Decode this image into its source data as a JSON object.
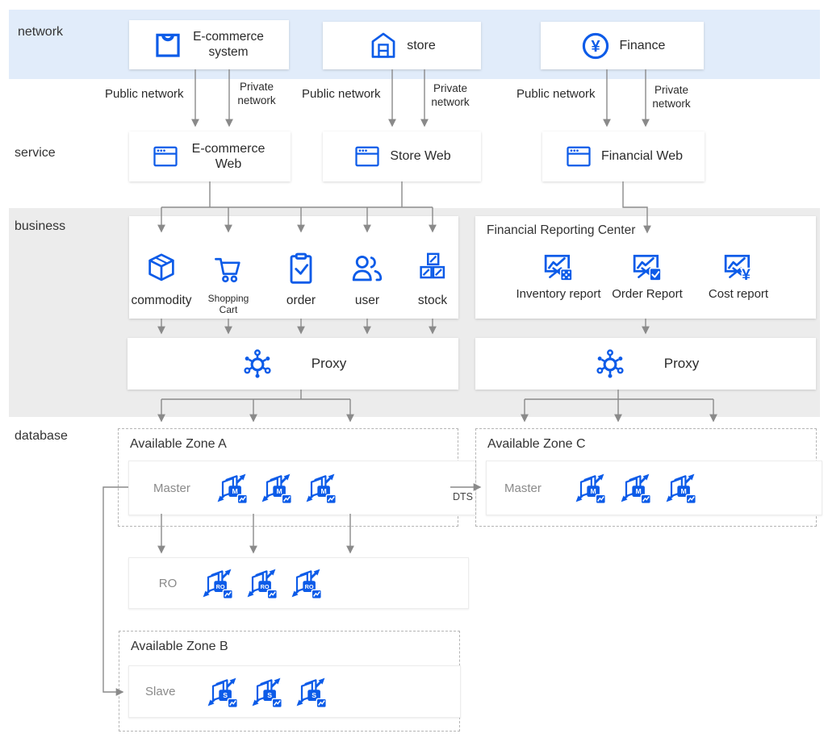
{
  "colors": {
    "accent": "#0c5be8",
    "band_network": "#e1ecfa",
    "band_business": "#ececec",
    "connector": "#8a8a8a",
    "text": "#2b2b2b",
    "muted_label": "#8a8a8a"
  },
  "layer_labels": {
    "network": "network",
    "service": "service",
    "business": "business",
    "database": "database"
  },
  "network_layer": {
    "ecommerce": {
      "label": "E-commerce system",
      "icon": "shopping-bag-icon"
    },
    "store": {
      "label": "store",
      "icon": "storefront-icon"
    },
    "finance": {
      "label": "Finance",
      "icon": "yen-coin-icon"
    }
  },
  "link_labels": {
    "public": "Public network",
    "private": "Private network"
  },
  "service_layer": {
    "ecommerce_web": {
      "label": "E-commerce Web",
      "icon": "browser-window-icon"
    },
    "store_web": {
      "label": "Store Web",
      "icon": "browser-window-icon"
    },
    "financial_web": {
      "label": "Financial Web",
      "icon": "browser-window-icon"
    }
  },
  "business_layer": {
    "services": {
      "items": [
        {
          "label": "commodity",
          "icon": "package-3d-box-icon"
        },
        {
          "label": "Shopping Cart",
          "icon": "shopping-cart-icon"
        },
        {
          "label": "order",
          "icon": "clipboard-check-icon"
        },
        {
          "label": "user",
          "icon": "users-icon"
        },
        {
          "label": "stock",
          "icon": "stacked-boxes-icon"
        }
      ]
    },
    "reporting": {
      "title": "Financial Reporting Center",
      "items": [
        {
          "label": "Inventory report",
          "icon": "chart-board-dice-icon"
        },
        {
          "label": "Order Report",
          "icon": "chart-board-check-icon"
        },
        {
          "label": "Cost report",
          "icon": "chart-board-yen-icon"
        }
      ]
    },
    "proxy_left": {
      "label": "Proxy",
      "icon": "hub-network-icon"
    },
    "proxy_right": {
      "label": "Proxy",
      "icon": "hub-network-icon"
    }
  },
  "database_layer": {
    "zone_a": {
      "title": "Available Zone A",
      "row_label": "Master",
      "db_badge": "M",
      "db_icon": "mysql-db-icon"
    },
    "zone_c": {
      "title": "Available Zone C",
      "row_label": "Master",
      "db_badge": "M",
      "db_icon": "mysql-db-icon"
    },
    "ro_row": {
      "row_label": "RO",
      "db_badge": "RO",
      "db_icon": "mysql-db-icon"
    },
    "zone_b": {
      "title": "Available Zone B",
      "row_label": "Slave",
      "db_badge": "S",
      "db_icon": "mysql-db-icon"
    },
    "dts": "DTS"
  }
}
